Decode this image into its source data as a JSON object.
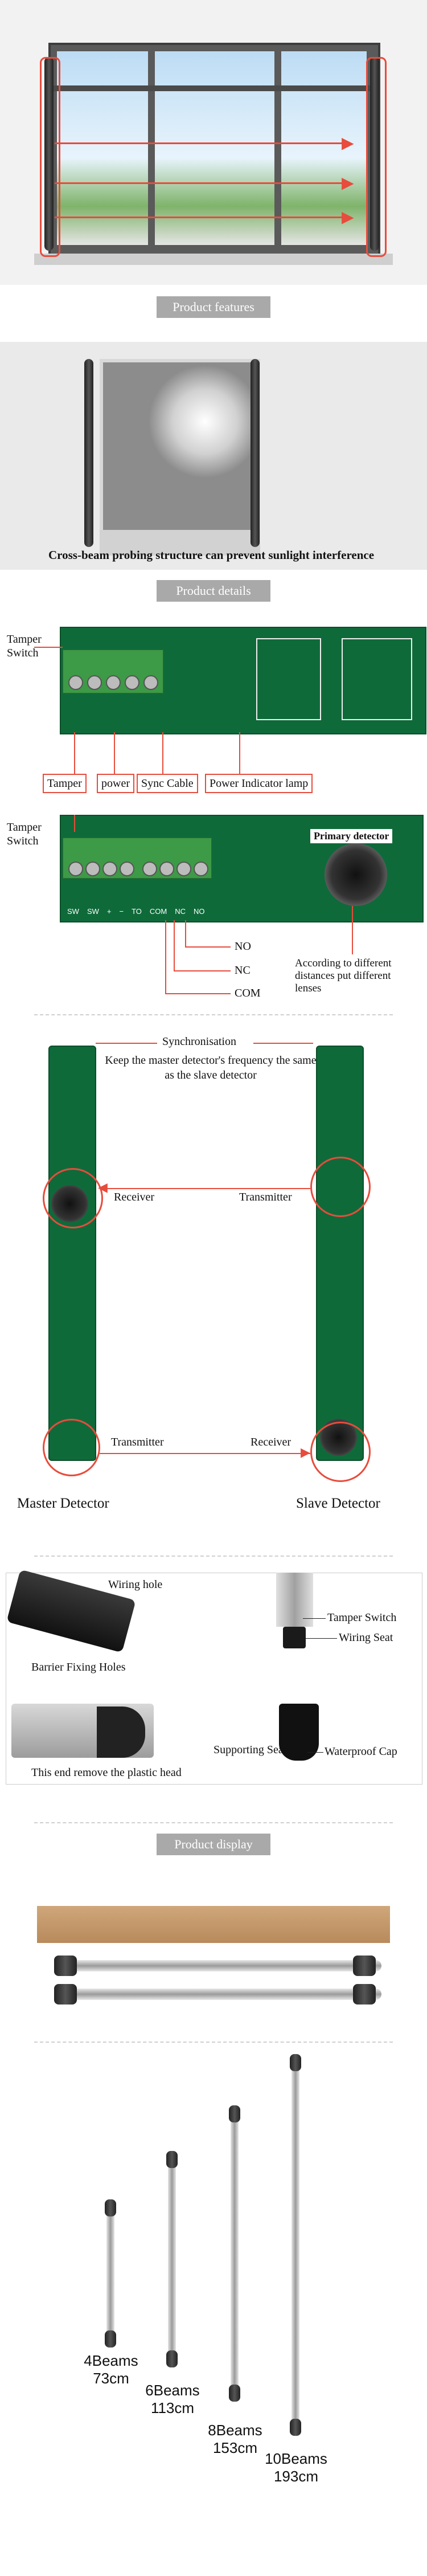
{
  "section_titles": {
    "features": "Product features",
    "details": "Product details",
    "display": "Product display"
  },
  "features": {
    "caption": "Cross-beam probing structure can prevent sunlight interference"
  },
  "pcb_top": {
    "tamper": "Tamper Switch",
    "callouts": [
      "Tamper",
      "power",
      "Sync Cable",
      "Power Indicator lamp"
    ]
  },
  "pcb_bottom": {
    "tamper": "Tamper Switch",
    "primary": "Primary detector",
    "terminals": [
      "SW",
      "SW",
      "+",
      "−",
      "TO",
      "COM",
      "NC",
      "NO"
    ],
    "no": "NO",
    "nc": "NC",
    "com": "COM",
    "lens_note": "According to different distances put different lenses"
  },
  "detectors": {
    "sync": "Synchronisation",
    "sync_note": "Keep the master detector's frequency the same as the slave detector",
    "receiver_left": "Receiver",
    "transmitter_right": "Transmitter",
    "transmitter_left": "Transmitter",
    "receiver_right": "Receiver",
    "master": "Master Detector",
    "slave": "Slave Detector"
  },
  "parts": {
    "wiring_hole": "Wiring hole",
    "barrier_holes": "Barrier Fixing Holes",
    "plastic_head": "This end remove the plastic head",
    "tamper": "Tamper Switch",
    "wiring_seat": "Wiring Seat",
    "supporting_seat": "Supporting Seat",
    "waterproof_cap": "Waterproof Cap"
  },
  "beams": [
    {
      "name": "4Beams",
      "length": "73cm"
    },
    {
      "name": "6Beams",
      "length": "113cm"
    },
    {
      "name": "8Beams",
      "length": "153cm"
    },
    {
      "name": "10Beams",
      "length": "193cm"
    }
  ],
  "colors": {
    "accent": "#e74c3c",
    "section_bg": "#a9a9a9",
    "pcb": "#0f6a3a"
  }
}
